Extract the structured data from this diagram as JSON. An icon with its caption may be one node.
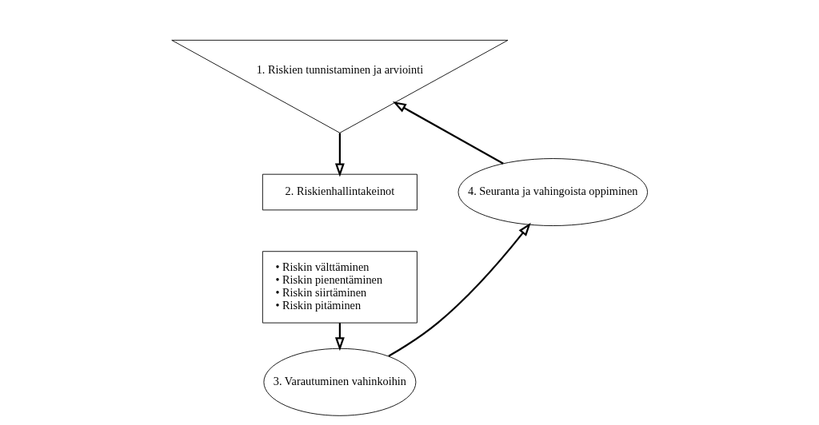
{
  "diagram": {
    "nodes": [
      {
        "text": [
          "1. Riskien tunnistaminen ja arviointi"
        ]
      },
      {
        "text": [
          "2. Riskienhallintakeinot"
        ]
      },
      {
        "text": [
          "• Riskin välttäminen",
          "• Riskin pienentäminen",
          "• Riskin siirtäminen",
          "• Riskin pitäminen"
        ]
      },
      {
        "text": [
          "3. Varautuminen vahinkoihin"
        ]
      },
      {
        "text": [
          "4. Seuranta ja vahingoista oppiminen"
        ]
      }
    ],
    "edges": [
      {
        "from": 0,
        "to": 1,
        "arrow": "to"
      },
      {
        "from": 2,
        "to": 3,
        "arrow": "to"
      },
      {
        "from": 3,
        "to": 4,
        "arrow": "to"
      },
      {
        "from": 4,
        "to": 0,
        "arrow": "to"
      }
    ]
  }
}
